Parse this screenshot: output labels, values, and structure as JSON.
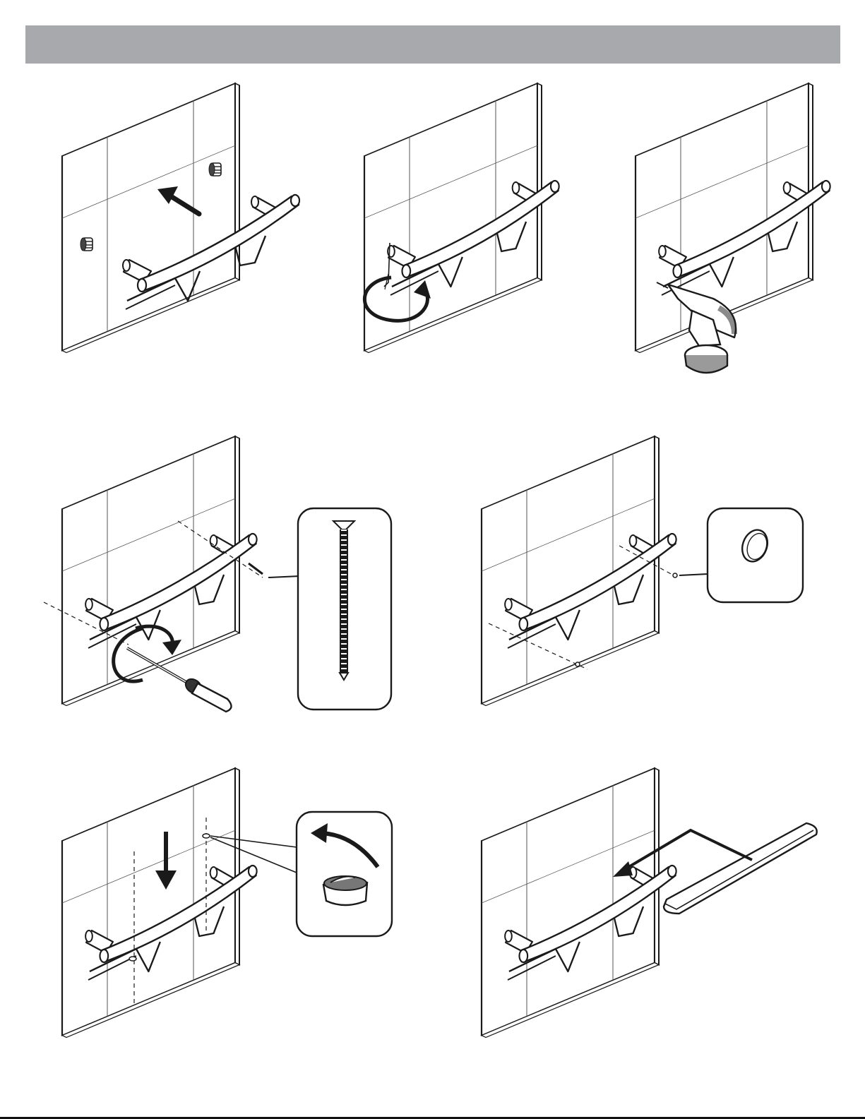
{
  "page": {
    "background": "#ffffff",
    "header_bar_color": "#a7a9ac",
    "line_color": "#1a1a1a",
    "tile_line_color": "#555555"
  },
  "steps": [
    {
      "id": "step-1",
      "parts": [
        "wall-panel",
        "towel-bar",
        "wall-anchor",
        "wall-anchor",
        "direction-arrow"
      ]
    },
    {
      "id": "step-2",
      "parts": [
        "wall-panel",
        "towel-bar",
        "hex-key",
        "rotation-arrow"
      ]
    },
    {
      "id": "step-3",
      "parts": [
        "wall-panel",
        "towel-bar",
        "power-drill"
      ]
    },
    {
      "id": "step-4",
      "parts": [
        "wall-panel",
        "towel-bar",
        "screwdriver",
        "rotation-arrow",
        "screw-callout"
      ]
    },
    {
      "id": "step-5",
      "parts": [
        "wall-panel",
        "towel-bar",
        "screw-cap-callout"
      ]
    },
    {
      "id": "step-6",
      "parts": [
        "wall-panel",
        "towel-bar",
        "down-arrow",
        "cover-cap-callout"
      ]
    },
    {
      "id": "step-7",
      "parts": [
        "wall-panel",
        "towel-bar",
        "shelf",
        "direction-arrow"
      ]
    }
  ]
}
